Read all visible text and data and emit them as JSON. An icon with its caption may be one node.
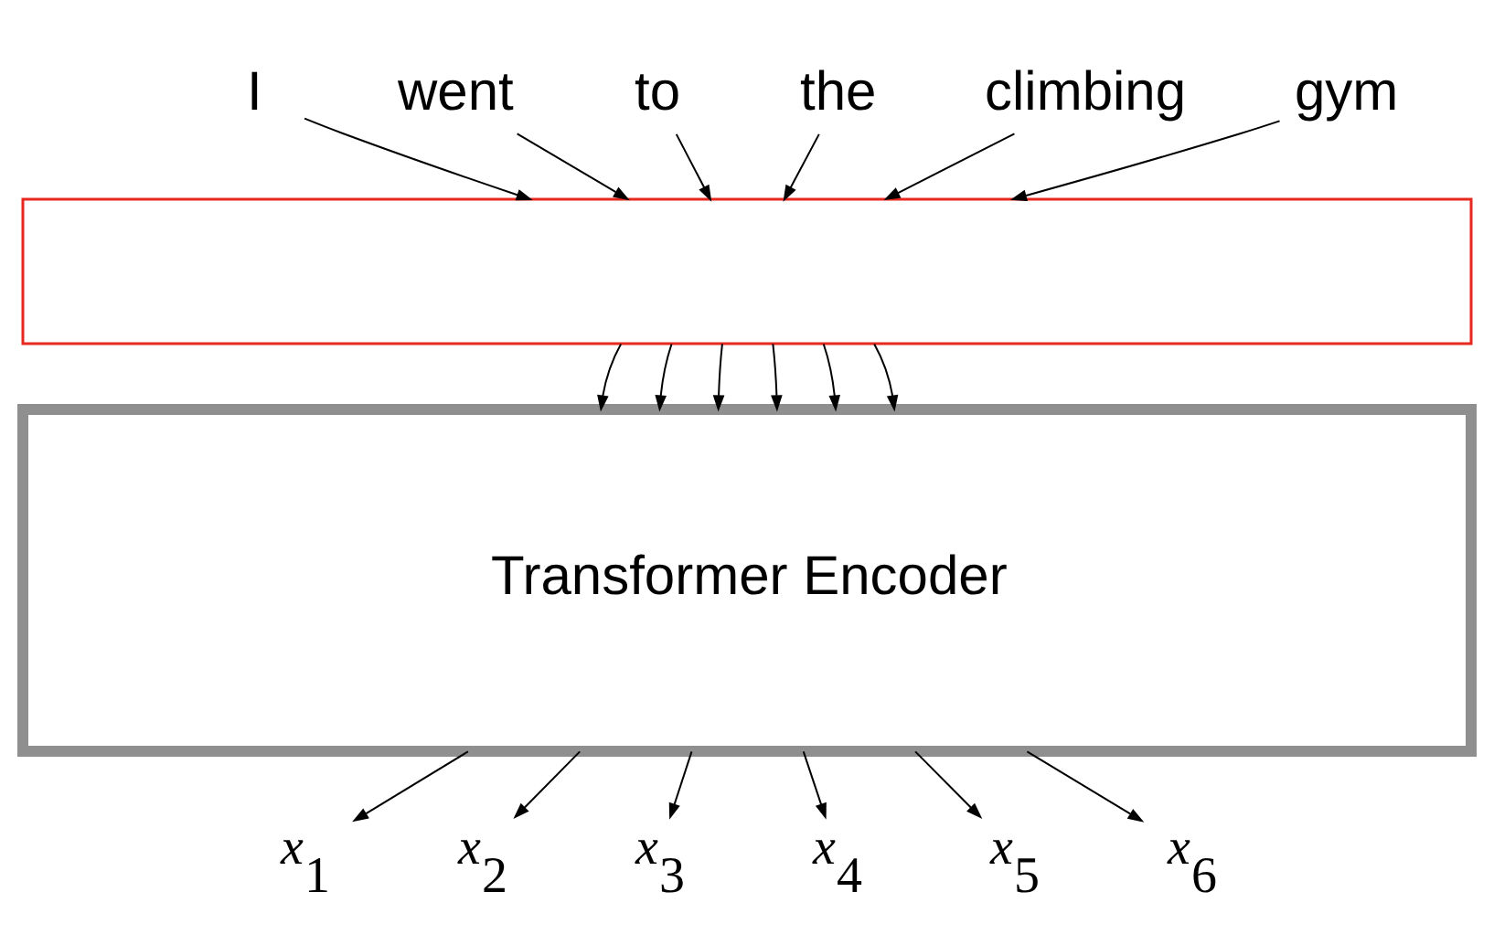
{
  "diagram": {
    "nodes": [
      {
        "text": [
          "I"
        ]
      },
      {
        "text": [
          "went"
        ]
      },
      {
        "text": [
          "to"
        ]
      },
      {
        "text": [
          "the"
        ]
      },
      {
        "text": [
          "climbing"
        ]
      },
      {
        "text": [
          "gym"
        ]
      },
      {
        "text": [],
        "shape": "box"
      },
      {
        "text": [
          "Transformer Encoder"
        ]
      },
      {
        "text": [
          "*x*$_{1}$"
        ]
      },
      {
        "text": [
          "*x*$_{2}$"
        ]
      },
      {
        "text": [
          "*x*$_{3}$"
        ]
      },
      {
        "text": [
          "*x*$_{4}$"
        ]
      },
      {
        "text": [
          "*x*$_{5}$"
        ]
      },
      {
        "text": [
          "*x*$_{6}$"
        ]
      }
    ],
    "edges": [
      {
        "from": 0,
        "to": 6,
        "arrow": "to"
      },
      {
        "from": 1,
        "to": 6,
        "arrow": "to"
      },
      {
        "from": 2,
        "to": 6,
        "arrow": "to"
      },
      {
        "from": 3,
        "to": 6,
        "arrow": "to"
      },
      {
        "from": 4,
        "to": 6,
        "arrow": "to"
      },
      {
        "from": 5,
        "to": 6,
        "arrow": "to"
      },
      {
        "from": 6,
        "to": 7,
        "arrow": "to"
      },
      {
        "from": 6,
        "to": 7,
        "arrow": "to"
      },
      {
        "from": 6,
        "to": 7,
        "arrow": "to"
      },
      {
        "from": 6,
        "to": 7,
        "arrow": "to"
      },
      {
        "from": 6,
        "to": 7,
        "arrow": "to"
      },
      {
        "from": 6,
        "to": 7,
        "arrow": "to"
      },
      {
        "from": 7,
        "to": 8,
        "arrow": "to"
      },
      {
        "from": 7,
        "to": 9,
        "arrow": "to"
      },
      {
        "from": 7,
        "to": 10,
        "arrow": "to"
      },
      {
        "from": 7,
        "to": 11,
        "arrow": "to"
      },
      {
        "from": 7,
        "to": 12,
        "arrow": "to"
      },
      {
        "from": 7,
        "to": 13,
        "arrow": "to"
      }
    ]
  }
}
